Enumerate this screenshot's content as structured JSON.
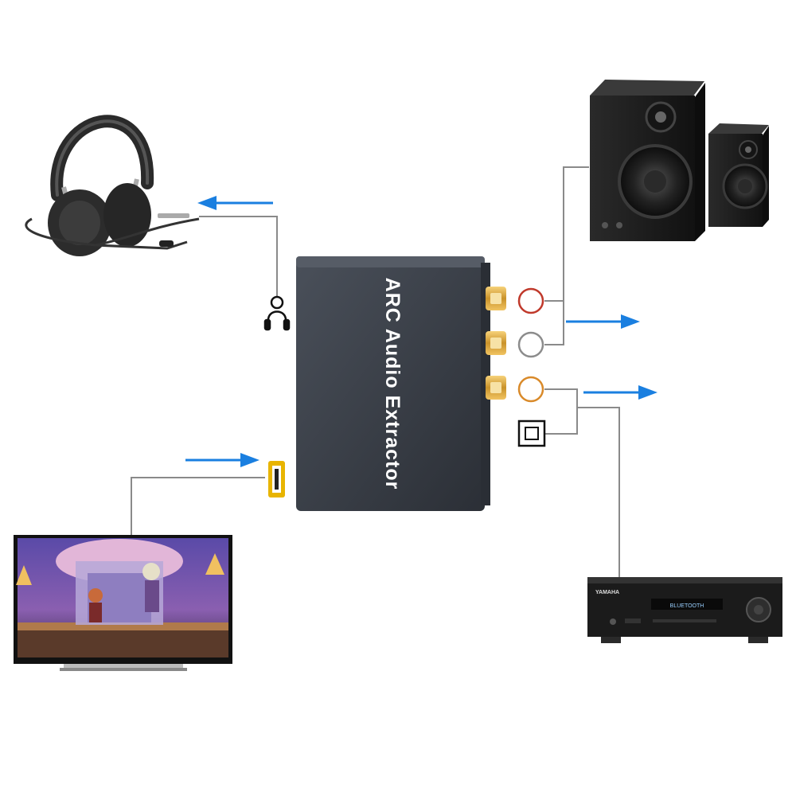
{
  "device": {
    "label": "ARC Audio Extractor"
  },
  "receiver": {
    "brand": "YAMAHA",
    "display_text": "BLUETOOTH"
  },
  "icons": {
    "headphone_port": "headphone-jack-icon",
    "hdmi_port": "hdmi-port-icon",
    "optical_port": "optical-port-icon",
    "rca_red": "rca-red-port-icon",
    "rca_white": "rca-white-port-icon",
    "rca_coax": "coaxial-port-icon"
  },
  "colors": {
    "arrow": "#1a7fe0",
    "wire": "#8a8a8a",
    "device_body": "#3a3f48",
    "rca_red_ring": "#c0392b",
    "rca_white_ring": "#8c8c8c",
    "rca_coax_ring": "#d98a2a",
    "hdmi_port": "#e8b400"
  }
}
